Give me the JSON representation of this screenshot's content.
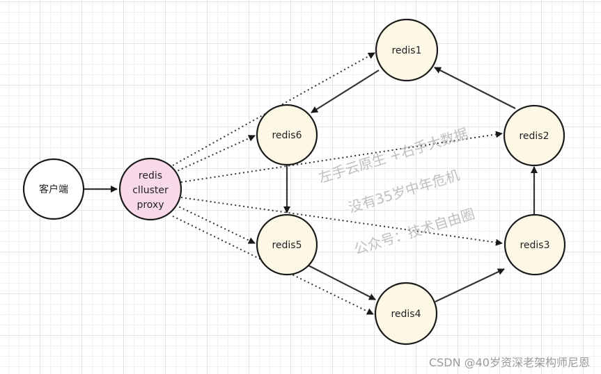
{
  "nodes": {
    "client": {
      "label": "客户端"
    },
    "proxy": {
      "lines": [
        "redis",
        "clluster",
        "proxy"
      ]
    },
    "redis1": {
      "label": "redis1"
    },
    "redis2": {
      "label": "redis2"
    },
    "redis3": {
      "label": "redis3"
    },
    "redis4": {
      "label": "redis4"
    },
    "redis5": {
      "label": "redis5"
    },
    "redis6": {
      "label": "redis6"
    }
  },
  "watermark": {
    "line1": "左手云原生 +右手大数据",
    "line2": "没有35岁中年危机",
    "line3": "公众号：技术自由圈"
  },
  "footer": {
    "text": "CSDN @40岁资深老架构师尼恩"
  },
  "colors": {
    "node_fill": "#fdf8e6",
    "proxy_fill": "#f8d9ea",
    "client_fill": "#ffffff",
    "stroke": "#1a1a1a",
    "edge": "#333333"
  }
}
